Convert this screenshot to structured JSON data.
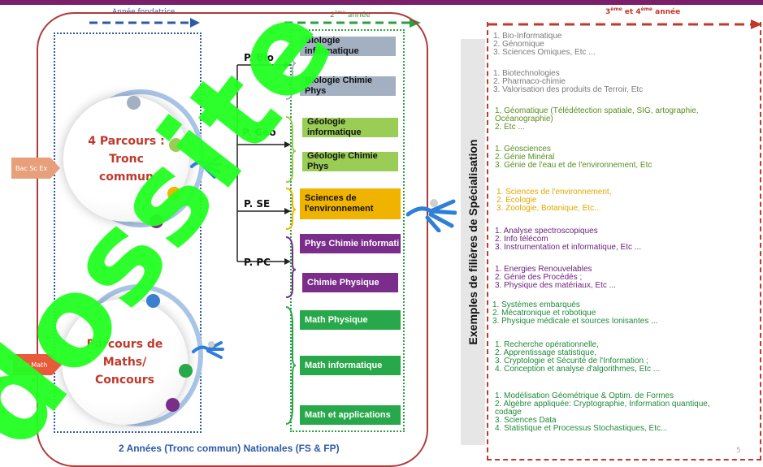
{
  "header": {
    "year1_label": "Année fondatrice",
    "year2_label_prefix": "2",
    "year2_label_sup": "ème",
    "year2_label_suffix": " année",
    "year34_label_a": "3",
    "year34_sup_a": "ème",
    "year34_mid": " et 4",
    "year34_sup_b": "ème",
    "year34_suffix": " année"
  },
  "left": {
    "circle1_text": "4 Parcours :\nTronc\ncommun",
    "circle2_text": "Parcours de\nMaths/\nConcours",
    "bac1": "Bac Sc Ex",
    "bac2": "Bac Math"
  },
  "branches": [
    {
      "label": "P. Bio"
    },
    {
      "label": "P. Géo"
    },
    {
      "label": "P. SE"
    },
    {
      "label": "P. PC"
    }
  ],
  "tracks": [
    {
      "label": "Biologie informatique",
      "color": "#a3b0c2"
    },
    {
      "label": "Biologie Chimie Phys",
      "color": "#a3b0c2"
    },
    {
      "label": "Géologie informatique",
      "color": "#9acd55"
    },
    {
      "label": "Géologie Chimie Phys",
      "color": "#9acd55"
    },
    {
      "label": "Sciences de l'environnement",
      "color": "#f0b400"
    },
    {
      "label": "Phys Chimie informati",
      "color": "#7a2d8a"
    },
    {
      "label": "Chimie Physique",
      "color": "#7a2d8a"
    },
    {
      "label": "Math Physique",
      "color": "#27a84a"
    },
    {
      "label": "Math informatique",
      "color": "#27a84a"
    },
    {
      "label": "Math et applications",
      "color": "#27a84a"
    }
  ],
  "vertical_title": "Exemples de filières de Spécialisation",
  "specializations": [
    {
      "text": "1. Bio-Informatique\n2. Génomique\n3. Sciences Omiques, Etc ...",
      "color": "#7a7a7a"
    },
    {
      "text": "1. Biotechnologies\n2. Pharmaco-chimie\n3. Valorisation des produits de Terroir, Etc",
      "color": "#7a7a7a"
    },
    {
      "text": "1,  Géomatique (Télédétection spatiale, SIG,  artographie,\n     Océanographie)\n2.  Etc ...",
      "color": "#5a8f1f"
    },
    {
      "text": "1. Géosciences\n2. Génie Minéral\n3. Génie de l'eau et de l'environnement, Etc",
      "color": "#5a8f1f"
    },
    {
      "text": "1. Sciences de l'environnement,\n2. Ecologie\n3. Zoologie, Botanique, Etc...",
      "color": "#e0a800"
    },
    {
      "text": "1. Analyse spectroscopiques\n2. Info télécom\n3. Instrumentation et informatique, Etc ...",
      "color": "#6a1f7a"
    },
    {
      "text": "1. Energies Renouvelables\n2. Génie des Procédés ;\n3. Physique des matériaux, Etc ...",
      "color": "#6a1f7a"
    },
    {
      "text": "1. Systèmes embarqués\n2. Mécatronique et robotique\n3. Physique médicale et sources Ionisantes  ...",
      "color": "#1f8a3a"
    },
    {
      "text": "1. Recherche opérationnelle,\n2. Apprentissage statistique,\n3. Cryptologie et Sécurité de l'Information ;\n4. Conception et analyse d'algorithmes, Etc ...",
      "color": "#1f8a3a"
    },
    {
      "text": "1. Modélisation Géométrique & Optim. de Formes\n2. Algèbre appliquée: Cryptographie, Information quantique,\n    codage\n3. Sciences Data\n4. Statistique et Processus Stochastiques, Etc...",
      "color": "#1f8a3a"
    }
  ],
  "footer": {
    "bottom_title": "2 Années (Tronc commun) Nationales (FS & FP)",
    "page_number": "5"
  },
  "watermark": {
    "text": "dossite"
  },
  "colors": {
    "frame": "#b03a3a",
    "blue": "#2c5aa8",
    "green": "#2ea044",
    "red": "#c0392b",
    "watermark": "#22ff22"
  }
}
